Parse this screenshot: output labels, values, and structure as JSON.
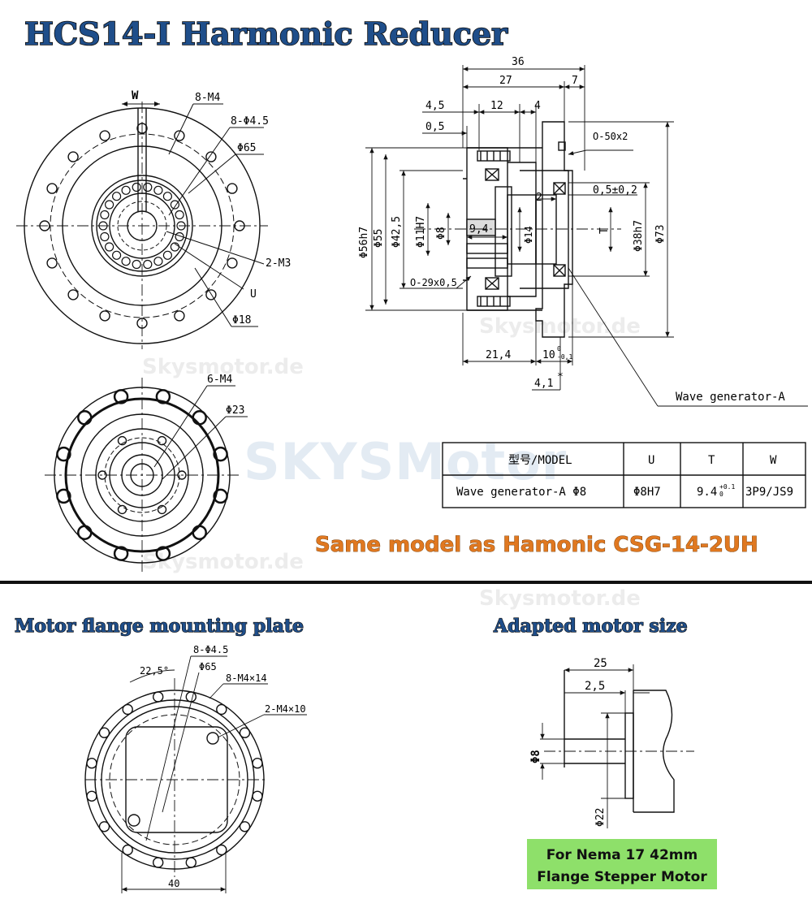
{
  "title": "HCS14-I Harmonic Reducer",
  "note": "Same model as Hamonic CSG-14-2UH",
  "colors": {
    "title_fill": "#1f4e8a",
    "title_stroke": "#0d0d0d",
    "note": "#e07820",
    "badge_bg": "#8ee06a",
    "line": "#111111",
    "watermark": "#dfe7ef"
  },
  "watermarks": {
    "big": "SKYSMotor",
    "small": "Skysmotor.de"
  },
  "front_view": {
    "labels": {
      "w": "W",
      "m4": "8-M4",
      "phi45": "8-Φ4.5",
      "phi65": "Φ65",
      "m3": "2-M3",
      "u": "U",
      "phi18": "Φ18"
    }
  },
  "rear_view": {
    "labels": {
      "m4": "6-M4",
      "phi23": "Φ23"
    }
  },
  "section_view": {
    "dims": {
      "d36": "36",
      "d27": "27",
      "d7": "7",
      "d45": "4,5",
      "d12": "12",
      "d4": "4",
      "d05": "0,5",
      "o50": "O-50x2",
      "d05tol": "0,5±0,2",
      "d2": "2",
      "phi56": "Φ56h7",
      "phi55": "Φ55",
      "phi425": "Φ42,5",
      "phi11": "Φ11H7",
      "phi8": "Φ8",
      "d94": "9,4",
      "phi14": "Φ14",
      "t": "T",
      "phi38": "Φ38h7",
      "phi73": "Φ73",
      "o29": "O-29x0,5",
      "d214": "21,4",
      "d10": "10",
      "d10tol_up": "0",
      "d10tol_dn": "-0,1",
      "d41": "4,1",
      "star": "*",
      "wave": "Wave generator-A"
    }
  },
  "spec_table": {
    "headers": [
      "型号/MODEL",
      "U",
      "T",
      "W"
    ],
    "rows": [
      [
        "Wave generator-A Φ8",
        "Φ8H7",
        "9.4",
        "3P9/JS9"
      ]
    ],
    "t_tol_up": "+0.1",
    "t_tol_dn": "0"
  },
  "flange_plate": {
    "title": "Motor flange mounting plate",
    "labels": {
      "phi45": "8-Φ4.5",
      "angle": "22,5°",
      "phi65": "Φ65",
      "m4x14": "8-M4×14",
      "m4x10": "2-M4×10",
      "d40": "40"
    }
  },
  "motor": {
    "title": "Adapted motor size",
    "labels": {
      "d25": "25",
      "d25b": "2,5",
      "phi8": "Φ8",
      "phi22": "Φ22"
    },
    "badge_line1": "For Nema 17 42mm",
    "badge_line2": "Flange Stepper Motor"
  }
}
